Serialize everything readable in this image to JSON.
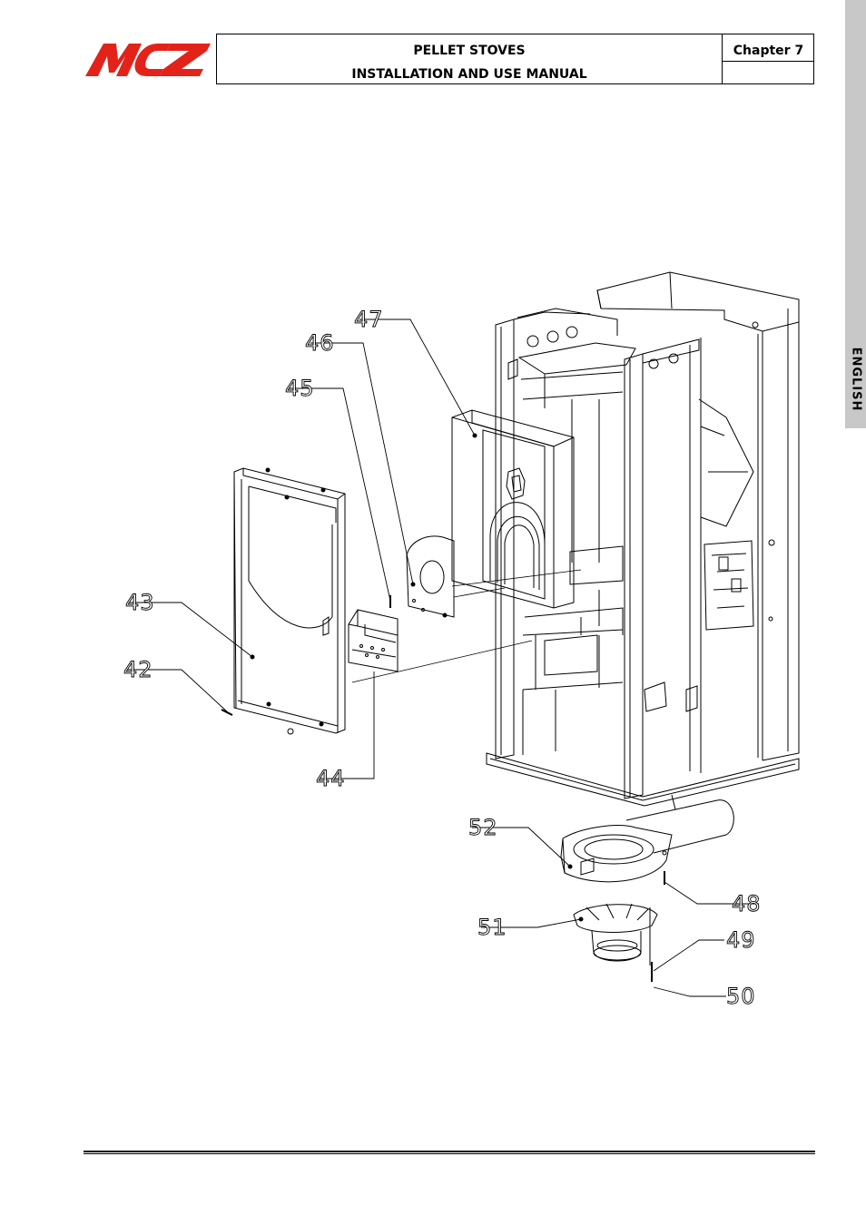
{
  "logo": {
    "text": "MCZ",
    "color": "#e32219"
  },
  "header": {
    "title_line1": "PELLET STOVES",
    "title_line2": "INSTALLATION AND USE MANUAL",
    "chapter": "Chapter 7"
  },
  "side_tab": {
    "text": "ENGLISH",
    "color": "#c8c8c8"
  },
  "diagram": {
    "callouts": [
      "42",
      "43",
      "44",
      "45",
      "46",
      "47",
      "48",
      "49",
      "50",
      "51",
      "52"
    ]
  }
}
